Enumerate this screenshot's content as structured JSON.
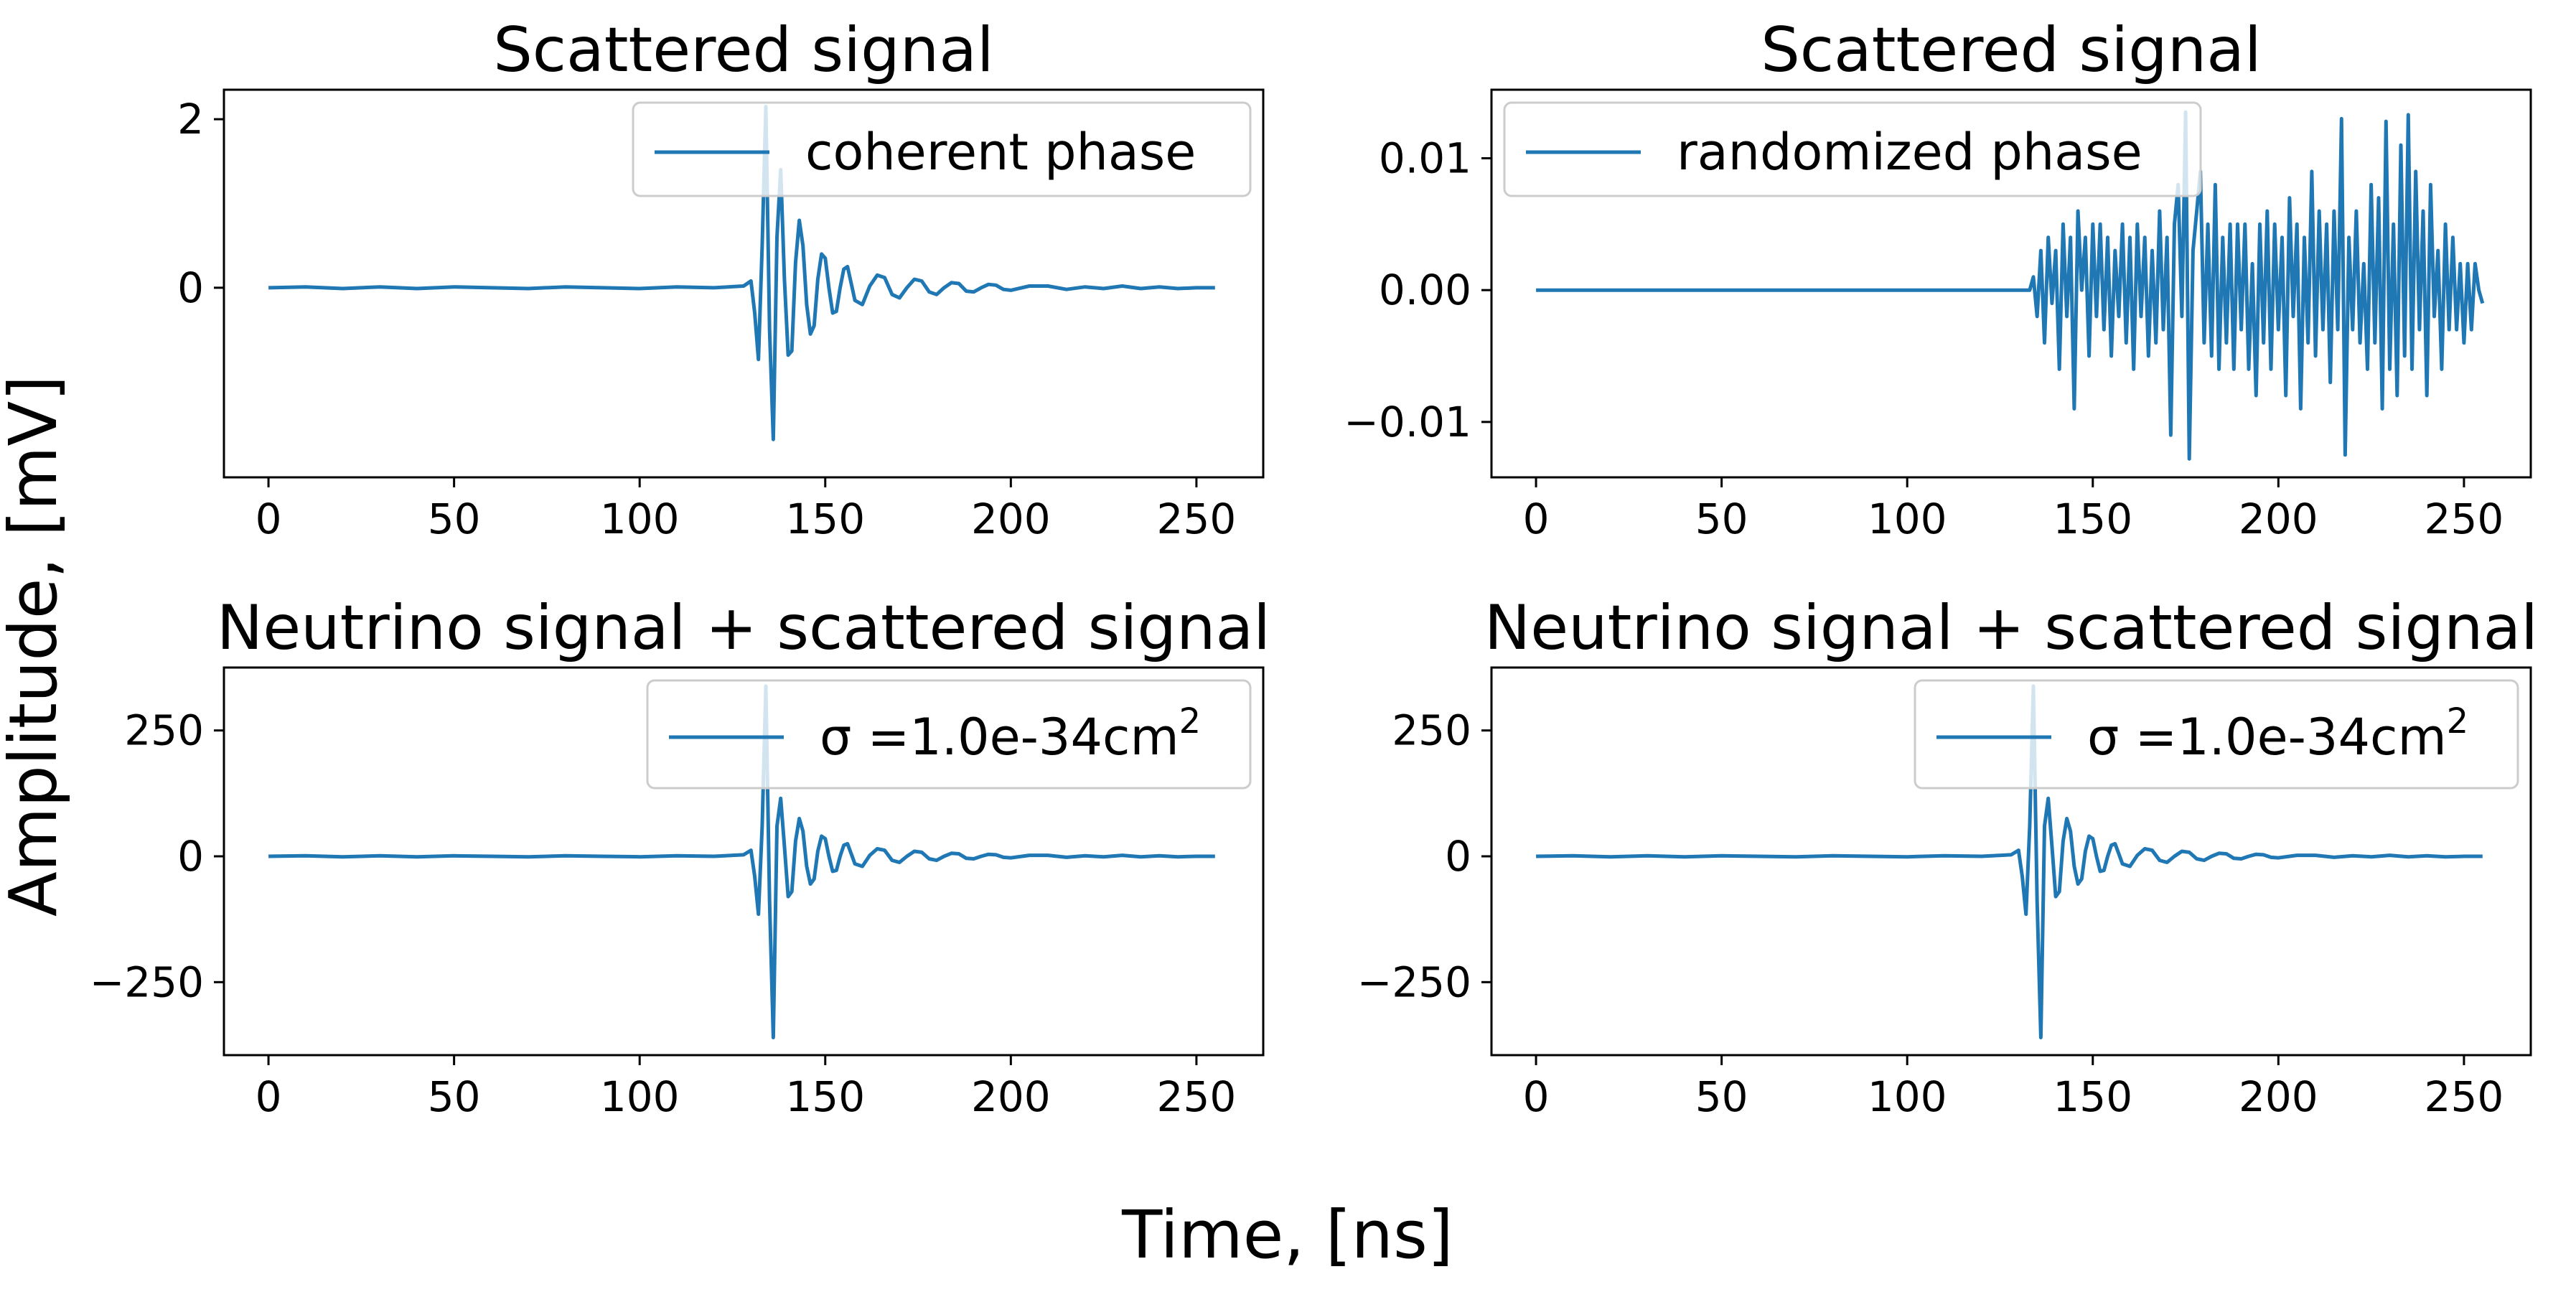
{
  "figure": {
    "xlabel": "Time, [ns]",
    "ylabel": "Amplitude, [mV]",
    "line_color": "#1f77b4"
  },
  "chart_data": [
    {
      "type": "line",
      "title": "Scattered signal",
      "legend": "top-right",
      "xlim": [
        -12,
        268
      ],
      "ylim": [
        -2.25,
        2.35
      ],
      "xticks": [
        "0",
        "50",
        "100",
        "150",
        "200",
        "250"
      ],
      "yticks": [
        "0",
        "2"
      ],
      "series": [
        {
          "name": "coherent phase",
          "x": [
            0,
            10,
            20,
            30,
            40,
            50,
            60,
            70,
            80,
            90,
            100,
            110,
            120,
            128,
            130,
            131,
            132,
            133,
            134,
            135,
            136,
            137,
            138,
            139,
            140,
            141,
            142,
            143,
            144,
            145,
            146,
            147,
            148,
            149,
            150,
            151,
            152,
            153,
            154,
            155,
            156,
            157,
            158,
            160,
            162,
            164,
            166,
            168,
            170,
            172,
            174,
            176,
            178,
            180,
            182,
            184,
            186,
            188,
            190,
            192,
            194,
            196,
            198,
            200,
            205,
            210,
            215,
            220,
            225,
            230,
            235,
            240,
            245,
            250,
            255
          ],
          "y": [
            0,
            0.01,
            -0.01,
            0.01,
            -0.01,
            0.01,
            0,
            -0.01,
            0.01,
            0,
            -0.01,
            0.01,
            0,
            0.02,
            0.08,
            -0.3,
            -0.85,
            0.5,
            2.15,
            -0.5,
            -1.8,
            0.6,
            1.4,
            0.1,
            -0.8,
            -0.75,
            0.3,
            0.8,
            0.5,
            -0.2,
            -0.55,
            -0.45,
            0.1,
            0.4,
            0.35,
            0,
            -0.3,
            -0.28,
            0,
            0.22,
            0.25,
            0.05,
            -0.15,
            -0.2,
            0.02,
            0.15,
            0.12,
            -0.08,
            -0.12,
            0,
            0.1,
            0.08,
            -0.05,
            -0.08,
            0,
            0.06,
            0.05,
            -0.04,
            -0.05,
            0,
            0.04,
            0.03,
            -0.02,
            -0.03,
            0.02,
            0.02,
            -0.02,
            0.01,
            -0.01,
            0.02,
            -0.01,
            0.01,
            -0.01,
            0,
            0
          ]
        }
      ]
    },
    {
      "type": "line",
      "title": "Scattered signal",
      "legend": "top-left",
      "xlim": [
        -12,
        268
      ],
      "ylim": [
        -0.0142,
        0.0152
      ],
      "xticks": [
        "0",
        "50",
        "100",
        "150",
        "200",
        "250"
      ],
      "yticks": [
        "−0.01",
        "0.00",
        "0.01"
      ],
      "series": [
        {
          "name": "randomized phase",
          "x": [
            0,
            20,
            40,
            60,
            80,
            100,
            120,
            133,
            134,
            135,
            136,
            137,
            138,
            139,
            140,
            141,
            142,
            143,
            144,
            145,
            146,
            147,
            148,
            149,
            150,
            151,
            152,
            153,
            154,
            155,
            156,
            157,
            158,
            159,
            160,
            161,
            162,
            163,
            164,
            165,
            166,
            167,
            168,
            169,
            170,
            171,
            172,
            173,
            174,
            175,
            176,
            177,
            178,
            179,
            180,
            181,
            182,
            183,
            184,
            185,
            186,
            187,
            188,
            189,
            190,
            191,
            192,
            193,
            194,
            195,
            196,
            197,
            198,
            199,
            200,
            201,
            202,
            203,
            204,
            205,
            206,
            207,
            208,
            209,
            210,
            211,
            212,
            213,
            214,
            215,
            216,
            217,
            218,
            219,
            220,
            221,
            222,
            223,
            224,
            225,
            226,
            227,
            228,
            229,
            230,
            231,
            232,
            233,
            234,
            235,
            236,
            237,
            238,
            239,
            240,
            241,
            242,
            243,
            244,
            245,
            246,
            247,
            248,
            249,
            250,
            251,
            252,
            253,
            254,
            255
          ],
          "y": [
            0,
            0,
            0,
            0,
            0,
            0,
            0,
            0,
            0.001,
            -0.002,
            0.003,
            -0.004,
            0.004,
            -0.001,
            0.003,
            -0.006,
            0.005,
            -0.002,
            0.004,
            -0.009,
            0.006,
            0,
            0.004,
            -0.005,
            0.005,
            -0.002,
            0.005,
            -0.003,
            0.004,
            -0.005,
            0.003,
            -0.002,
            0.005,
            -0.004,
            0.004,
            -0.006,
            0.005,
            -0.002,
            0.004,
            -0.005,
            0.003,
            -0.004,
            0.006,
            -0.003,
            0.004,
            -0.011,
            0.005,
            0.008,
            -0.002,
            0.0135,
            -0.0128,
            0.003,
            0.006,
            0.009,
            -0.004,
            0.005,
            -0.005,
            0.008,
            -0.006,
            0.004,
            -0.004,
            0.005,
            -0.006,
            0.005,
            -0.003,
            0.005,
            -0.006,
            0.002,
            -0.008,
            0.005,
            -0.004,
            0.006,
            -0.006,
            0.005,
            -0.003,
            0.004,
            -0.008,
            0.007,
            -0.002,
            0.005,
            -0.009,
            0.004,
            -0.004,
            0.009,
            -0.005,
            0.006,
            -0.003,
            0.005,
            -0.007,
            0.006,
            -0.003,
            0.013,
            -0.0125,
            0.004,
            -0.003,
            0.006,
            -0.004,
            0.002,
            -0.006,
            0.008,
            -0.004,
            0.007,
            -0.009,
            0.0128,
            -0.006,
            0.005,
            -0.008,
            0.011,
            -0.005,
            0.0133,
            -0.006,
            0.009,
            -0.003,
            0.006,
            -0.008,
            0.008,
            -0.002,
            0.003,
            -0.006,
            0.005,
            -0.003,
            0.004,
            -0.003,
            0.002,
            -0.004,
            0.002,
            -0.003,
            0.002,
            0,
            -0.001
          ]
        }
      ]
    },
    {
      "type": "line",
      "title": "Neutrino signal + scattered signal",
      "legend": "top-right",
      "xlim": [
        -12,
        268
      ],
      "ylim": [
        -395,
        375
      ],
      "xticks": [
        "0",
        "50",
        "100",
        "150",
        "200",
        "250"
      ],
      "yticks": [
        "−250",
        "0",
        "250"
      ],
      "series": [
        {
          "name": "σ =1.0e-34cm",
          "name_sup": "2",
          "x": [
            0,
            10,
            20,
            30,
            40,
            50,
            60,
            70,
            80,
            90,
            100,
            110,
            120,
            128,
            130,
            131,
            132,
            133,
            134,
            135,
            136,
            137,
            138,
            139,
            140,
            141,
            142,
            143,
            144,
            145,
            146,
            147,
            148,
            149,
            150,
            151,
            152,
            153,
            154,
            155,
            156,
            157,
            158,
            160,
            162,
            164,
            166,
            168,
            170,
            172,
            174,
            176,
            178,
            180,
            182,
            184,
            186,
            188,
            190,
            192,
            194,
            196,
            198,
            200,
            205,
            210,
            215,
            220,
            225,
            230,
            235,
            240,
            245,
            250,
            255
          ],
          "y": [
            0,
            1,
            -1,
            1,
            -1,
            1,
            0,
            -1,
            1,
            0,
            -1,
            1,
            0,
            3,
            12,
            -40,
            -115,
            60,
            338,
            -90,
            -360,
            60,
            115,
            20,
            -80,
            -70,
            30,
            75,
            50,
            -20,
            -55,
            -45,
            10,
            40,
            35,
            0,
            -30,
            -28,
            0,
            22,
            25,
            5,
            -15,
            -20,
            2,
            15,
            12,
            -8,
            -12,
            0,
            10,
            8,
            -5,
            -8,
            0,
            6,
            5,
            -4,
            -5,
            0,
            4,
            3,
            -2,
            -3,
            2,
            2,
            -2,
            1,
            -1,
            2,
            -1,
            1,
            -1,
            0,
            0
          ]
        }
      ]
    },
    {
      "type": "line",
      "title": "Neutrino signal + scattered signal",
      "legend": "top-right",
      "xlim": [
        -12,
        268
      ],
      "ylim": [
        -395,
        375
      ],
      "xticks": [
        "0",
        "50",
        "100",
        "150",
        "200",
        "250"
      ],
      "yticks": [
        "−250",
        "0",
        "250"
      ],
      "series": [
        {
          "name": "σ =1.0e-34cm",
          "name_sup": "2",
          "x": [
            0,
            10,
            20,
            30,
            40,
            50,
            60,
            70,
            80,
            90,
            100,
            110,
            120,
            128,
            130,
            131,
            132,
            133,
            134,
            135,
            136,
            137,
            138,
            139,
            140,
            141,
            142,
            143,
            144,
            145,
            146,
            147,
            148,
            149,
            150,
            151,
            152,
            153,
            154,
            155,
            156,
            157,
            158,
            160,
            162,
            164,
            166,
            168,
            170,
            172,
            174,
            176,
            178,
            180,
            182,
            184,
            186,
            188,
            190,
            192,
            194,
            196,
            198,
            200,
            205,
            210,
            215,
            220,
            225,
            230,
            235,
            240,
            245,
            250,
            255
          ],
          "y": [
            0,
            1,
            -1,
            1,
            -1,
            1,
            0,
            -1,
            1,
            0,
            -1,
            1,
            0,
            3,
            12,
            -40,
            -115,
            60,
            338,
            -90,
            -360,
            60,
            115,
            20,
            -80,
            -70,
            30,
            75,
            50,
            -20,
            -55,
            -45,
            10,
            40,
            35,
            0,
            -30,
            -28,
            0,
            22,
            25,
            5,
            -15,
            -20,
            2,
            15,
            12,
            -8,
            -12,
            0,
            10,
            8,
            -5,
            -8,
            0,
            6,
            5,
            -4,
            -5,
            0,
            4,
            3,
            -2,
            -3,
            2,
            2,
            -2,
            1,
            -1,
            2,
            -1,
            1,
            -1,
            0,
            0
          ]
        }
      ]
    }
  ]
}
